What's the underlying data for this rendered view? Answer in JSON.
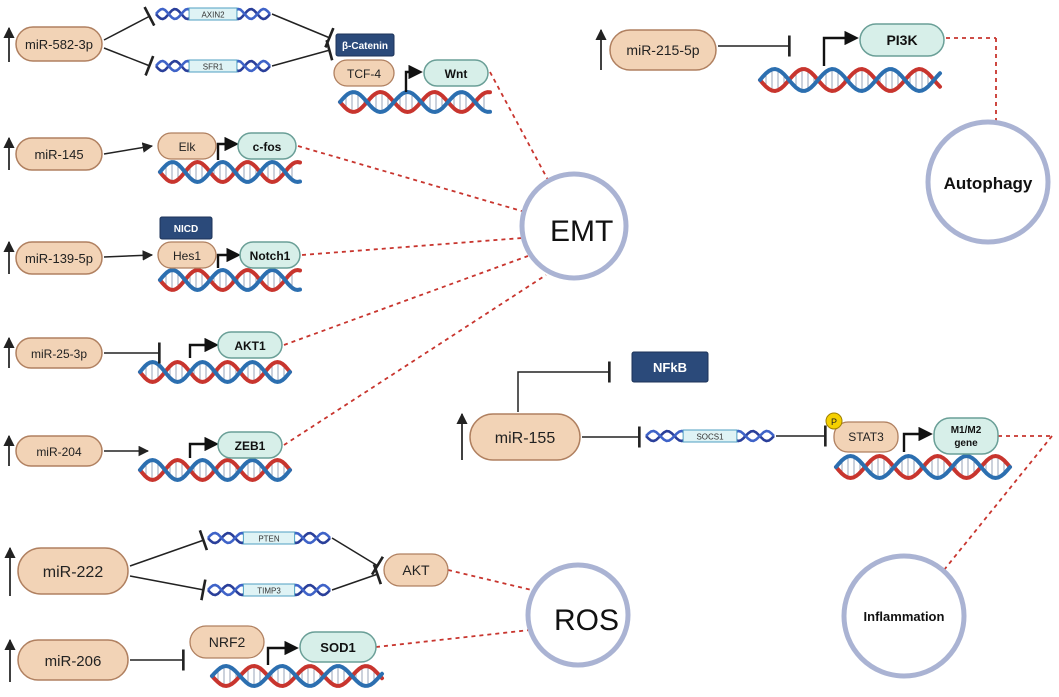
{
  "colors": {
    "mirna_fill": "#f2d3b6",
    "mirna_stroke": "#b08060",
    "target_fill": "#d7efe9",
    "target_stroke": "#6a9f97",
    "dark_box": "#2b4a7a",
    "hub_fill": "#ffffff",
    "hub_stroke": "#aab3d3",
    "dashed_line": "#c8352e",
    "dna_red": "#c8352e",
    "dna_blue": "#2c6fb0",
    "gene_box_fill": "#dff3f5",
    "gene_box_stroke": "#4f9fc2",
    "phospho": "#f5d000"
  },
  "hubs": {
    "emt": "EMT",
    "ros": "ROS",
    "autophagy": "Autophagy",
    "inflammation": "Inflammation"
  },
  "mirnas": {
    "mir582": "miR-582-3p",
    "mir145": "miR-145",
    "mir139": "miR-139-5p",
    "mir25": "miR-25-3p",
    "mir204": "miR-204",
    "mir222": "miR-222",
    "mir206": "miR-206",
    "mir215": "miR-215-5p",
    "mir155": "miR-155"
  },
  "genes": {
    "axin2": "AXIN2",
    "sfr1": "SFR1",
    "pten": "PTEN",
    "timp3": "TIMP3",
    "socs1": "SOCS1"
  },
  "nodes": {
    "bcatenin": "β-Catenin",
    "tcf4": "TCF-4",
    "wnt": "Wnt",
    "elk": "Elk",
    "cfos": "c-fos",
    "nicd": "NICD",
    "hes1": "Hes1",
    "notch1": "Notch1",
    "akt1": "AKT1",
    "zeb1": "ZEB1",
    "akt": "AKT",
    "nrf2": "NRF2",
    "sod1": "SOD1",
    "pi3k": "PI3K",
    "nfkb": "NFkB",
    "stat3": "STAT3",
    "p": "P",
    "m1m2_line1": "M1/M2",
    "m1m2_line2": "gene"
  }
}
